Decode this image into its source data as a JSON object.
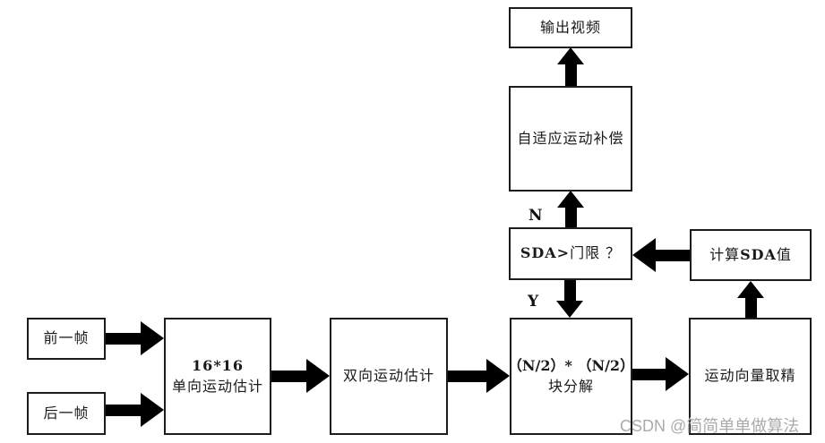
{
  "flowchart": {
    "boxes": {
      "output_video": "输出视频",
      "adaptive_mc": "自适应运动补偿",
      "sda_bold": "SDA>",
      "sda_rest": "门限 ？",
      "calc_pre": "计算",
      "calc_bold": "SDA",
      "calc_post": "值",
      "prev_frame": "前一帧",
      "next_frame": "后一帧",
      "unidir_line1": "16*16",
      "unidir_line2": "单向运动估计",
      "bidir": "双向运动估计",
      "block_line1": "（N/2）* （N/2）",
      "block_line2": "块分解",
      "mv_refine": "运动向量取精"
    },
    "branch_labels": {
      "no": "N",
      "yes": "Y"
    },
    "edges": [
      {
        "from": "prev_frame",
        "to": "unidir_motion_estimation"
      },
      {
        "from": "next_frame",
        "to": "unidir_motion_estimation"
      },
      {
        "from": "unidir_motion_estimation",
        "to": "bidir_motion_estimation"
      },
      {
        "from": "bidir_motion_estimation",
        "to": "block_decomposition"
      },
      {
        "from": "block_decomposition",
        "to": "mv_refinement"
      },
      {
        "from": "mv_refinement",
        "to": "calc_sda"
      },
      {
        "from": "calc_sda",
        "to": "sda_threshold"
      },
      {
        "from": "sda_threshold",
        "to": "block_decomposition",
        "label": "Y"
      },
      {
        "from": "sda_threshold",
        "to": "adaptive_mc",
        "label": "N"
      },
      {
        "from": "adaptive_mc",
        "to": "output_video"
      }
    ],
    "colors": {
      "arrow": "#000000",
      "box_border": "#1c1c1c",
      "box_fill": "#ffffff",
      "text": "#1a1a1a",
      "watermark": "#ababab"
    },
    "watermark": "CSDN @简简单单做算法"
  }
}
